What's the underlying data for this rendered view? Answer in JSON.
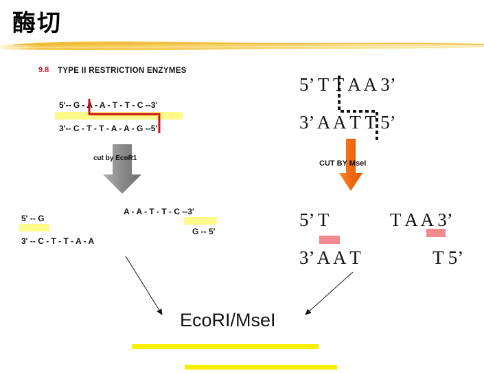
{
  "slide": {
    "title": "酶切",
    "result_label": "EcoRI/MseI"
  },
  "left_panel": {
    "figure_number": "9.8",
    "figure_heading": "TYPE II RESTRICTION ENZYMES",
    "top_strand": "5'-- G - A - A - T - T - C --3'",
    "bottom_strand": "3'-- C - T - T - A - A - G --5'",
    "arrow_label": "cut by EcoR1",
    "fragment_left_top": "5' -- G",
    "fragment_left_bottom": "3' -- C - T - T - A - A",
    "fragment_right_top": "A - A - T - T - C --3'",
    "fragment_right_bottom": "G -- 5'"
  },
  "right_panel": {
    "top_strand": "5’ T T A A 3’",
    "bottom_strand": "3’ A A T T 5’",
    "arrow_label": "CUT BY MseI",
    "frag_top_left": "5’ T",
    "frag_top_right": "T A A 3’",
    "frag_bottom_left": "3’ A A T",
    "frag_bottom_right": "T 5’"
  },
  "colors": {
    "highlight_yellow": "#fffa8a",
    "bar_yellow": "#f8f000",
    "cut_red": "#cc1020",
    "pink_marker": "#f28a90",
    "orange_arrow": "#f26a10",
    "gray_arrow": "#8a8a8a"
  }
}
